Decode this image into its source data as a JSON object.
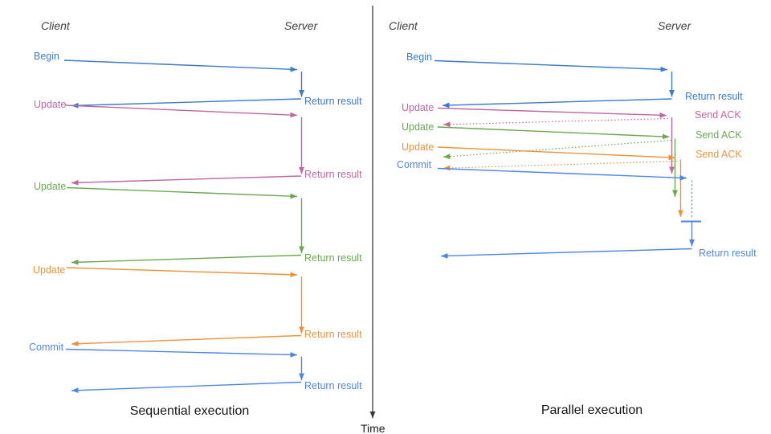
{
  "colors": {
    "begin_blue": "#3d7bc8",
    "commit_blue": "#4e86e8",
    "update1_pink": "#c0679f",
    "update2_green": "#6aa84f",
    "update3_orange": "#e8943a",
    "time_axis": "#3a3a3a",
    "header_gray": "#3f3f3f"
  },
  "timeline": {
    "label": "Time"
  },
  "sequential": {
    "caption": "Sequential execution",
    "client_header": "Client",
    "server_header": "Server",
    "messages": [
      {
        "request": "Begin",
        "response": "Return result"
      },
      {
        "request": "Update",
        "response": "Return result"
      },
      {
        "request": "Update",
        "response": "Return result"
      },
      {
        "request": "Update",
        "response": "Return result"
      },
      {
        "request": "Commit",
        "response": "Return result"
      }
    ]
  },
  "parallel": {
    "caption": "Parallel execution",
    "client_header": "Client",
    "server_header": "Server",
    "messages": [
      {
        "request": "Begin",
        "response": "Return result"
      },
      {
        "request": "Update",
        "response": "Send ACK"
      },
      {
        "request": "Update",
        "response": "Send ACK"
      },
      {
        "request": "Update",
        "response": "Send ACK"
      },
      {
        "request": "Commit",
        "response": "Return result"
      }
    ]
  }
}
